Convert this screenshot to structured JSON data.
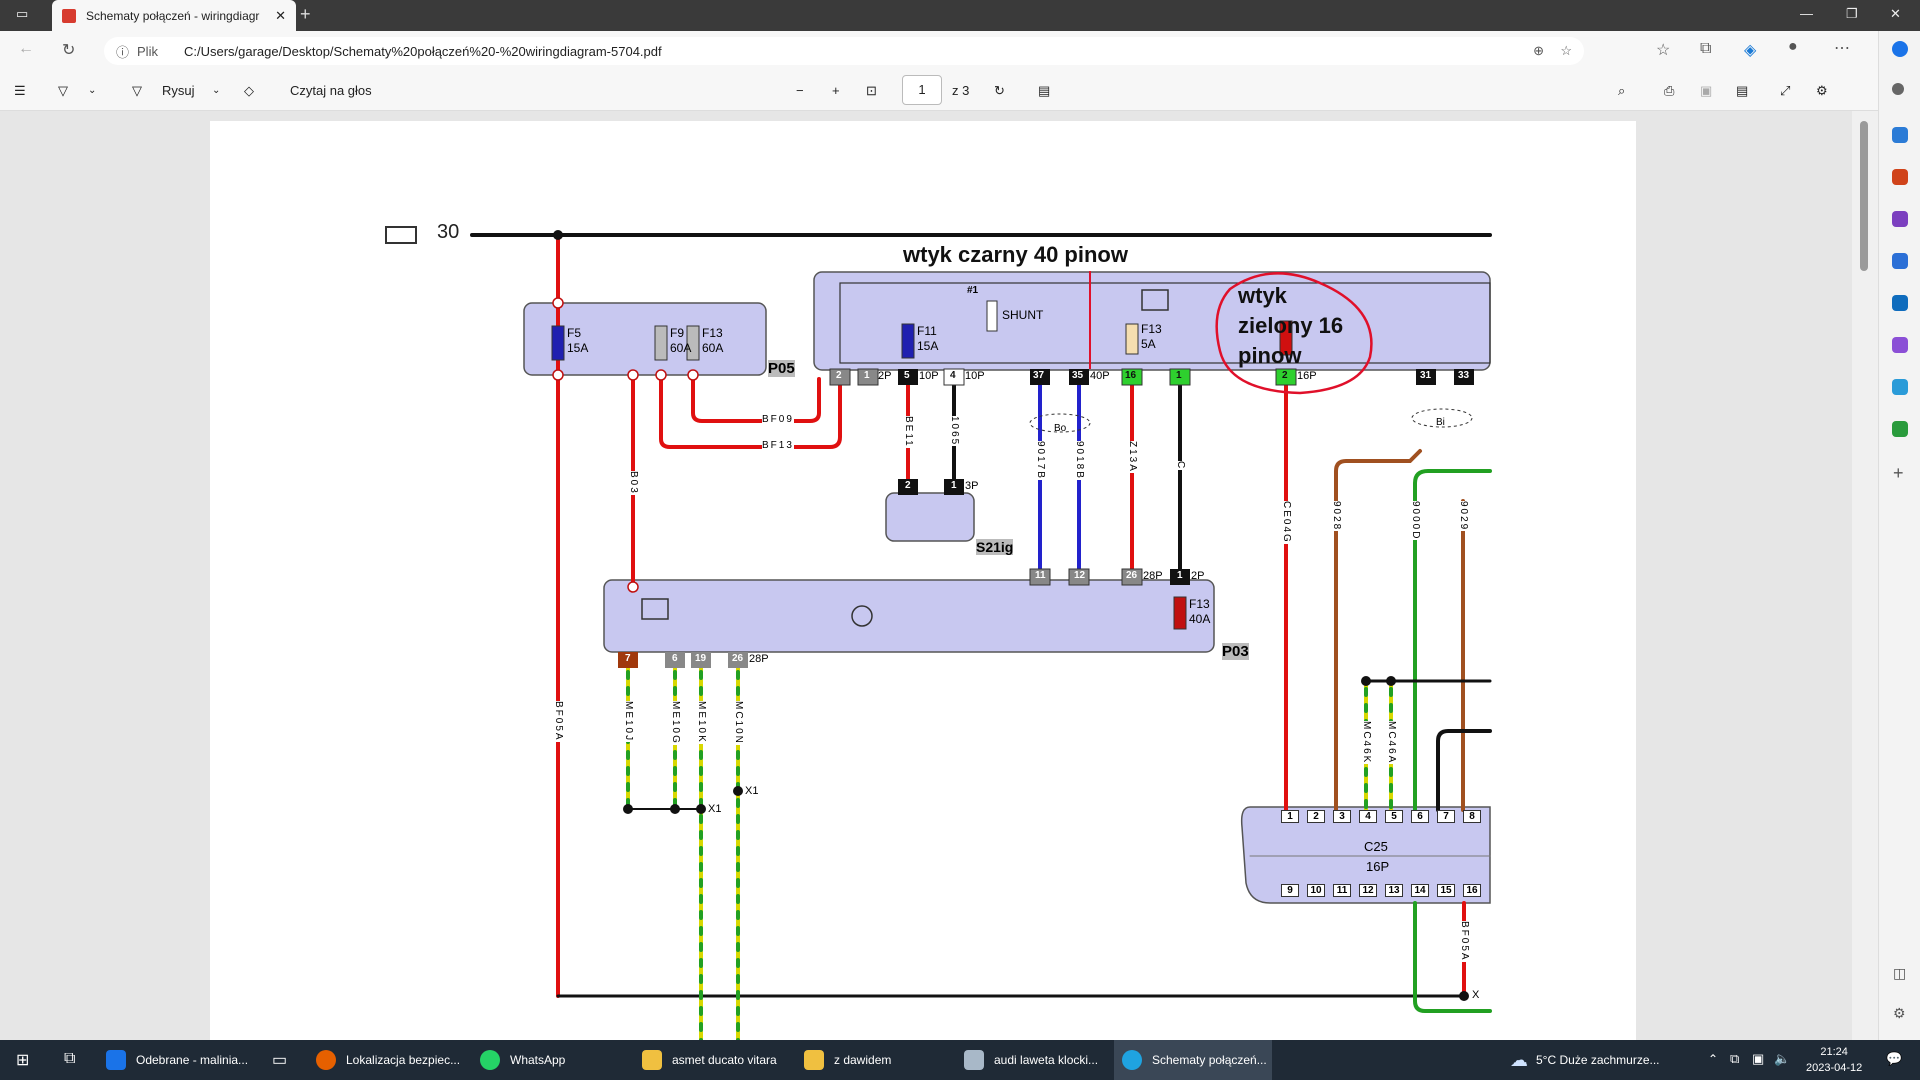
{
  "browser": {
    "tab_title": "Schematy połączeń - wiringdiagr",
    "address_prefix": "Plik",
    "url": "C:/Users/garage/Desktop/Schematy%20połączeń%20-%20wiringdiagram-5704.pdf"
  },
  "pdf_toolbar": {
    "draw_label": "Rysuj",
    "read_aloud_label": "Czytaj na głos",
    "page_current": "1",
    "page_total": "z 3"
  },
  "diagram": {
    "battery_label": "30",
    "annotation_black_connector": "wtyk czarny 40 pinow",
    "annotation_green_connector_lines": [
      "wtyk",
      "zielony 16",
      "pinow"
    ],
    "modules": {
      "p05": "P05",
      "p03": "P03",
      "s21": "S21ig",
      "c25": "C25",
      "c25_pins": "16P"
    },
    "fuses": [
      {
        "id": "F5",
        "rating": "15A"
      },
      {
        "id": "F9",
        "rating": "60A"
      },
      {
        "id": "F13",
        "rating": "60A"
      },
      {
        "id": "F11",
        "rating": "15A"
      },
      {
        "id": "F13",
        "rating": "5A"
      },
      {
        "id": "F13",
        "rating": "40A"
      }
    ],
    "shunt_label": "SHUNT",
    "shunt_num": "#1",
    "connector_tags": [
      "2P",
      "10P",
      "10P",
      "40P",
      "16P",
      "3P",
      "28P",
      "2P",
      "28P"
    ],
    "top_pins": [
      "2",
      "1",
      "5",
      "4",
      "37",
      "35",
      "16",
      "1",
      "2",
      "31",
      "33"
    ],
    "mid_pins": [
      "11",
      "12",
      "26",
      "1"
    ],
    "s21_pins": [
      "2",
      "1"
    ],
    "p03_bottom_pins": [
      "7",
      "6",
      "19",
      "26"
    ],
    "c25_top_pins": [
      "1",
      "2",
      "3",
      "4",
      "5",
      "6",
      "7",
      "8"
    ],
    "c25_bottom_pins": [
      "9",
      "10",
      "11",
      "12",
      "13",
      "14",
      "15",
      "16"
    ],
    "wire_labels": [
      "BF13",
      "BF09",
      "B03",
      "BF05A",
      "BE11",
      "1065",
      "9017B",
      "9018B",
      "Z13A",
      "C",
      "CE04G",
      "9028",
      "9000D",
      "9029",
      "ME10J",
      "ME10G",
      "ME10K",
      "MC10N",
      "MC46K",
      "MC46A",
      "BF05A"
    ],
    "twist_labels": [
      "Bo",
      "Bi"
    ],
    "splice_labels": [
      "X1",
      "X1",
      "X"
    ]
  },
  "taskbar": {
    "items": [
      {
        "label": "Odebrane - malinia..."
      },
      {
        "label": "Lokalizacja bezpiec..."
      },
      {
        "label": "WhatsApp"
      },
      {
        "label": "asmet ducato vitara"
      },
      {
        "label": "z dawidem"
      },
      {
        "label": "audi laweta klocki..."
      },
      {
        "label": "Schematy połączeń..."
      }
    ],
    "weather": "5°C  Duże zachmurze...",
    "time": "21:24",
    "date": "2023-04-12"
  },
  "colors": {
    "module_fill": "#c8c8f0",
    "wire_red": "#e01010",
    "wire_blue": "#2222cc",
    "wire_brown": "#a05020",
    "wire_green": "#22a022",
    "wire_yellow": "#d8d800",
    "annotation_red": "#e0102a"
  }
}
